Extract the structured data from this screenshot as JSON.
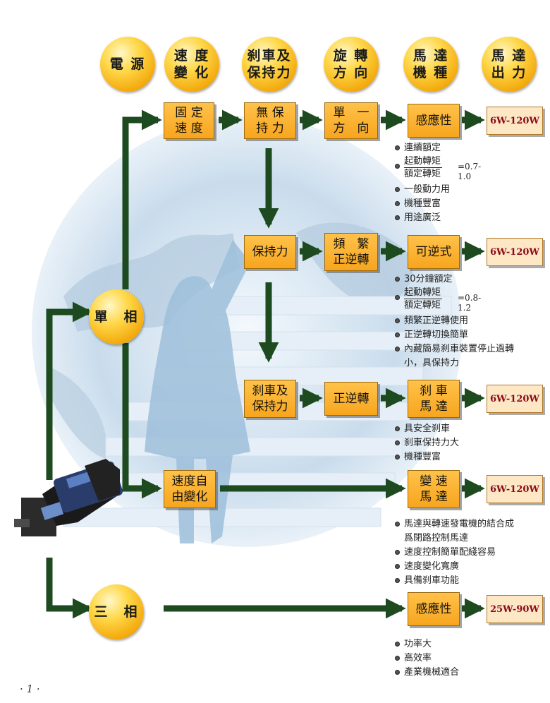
{
  "header": [
    {
      "id": "power",
      "label": "電 源"
    },
    {
      "id": "speed",
      "label": "速 度\n變 化"
    },
    {
      "id": "brake",
      "label": "刹車及\n保持力"
    },
    {
      "id": "rotation",
      "label": "旋 轉\n方 向"
    },
    {
      "id": "motor_type",
      "label": "馬 達\n機 種"
    },
    {
      "id": "output",
      "label": "馬 達\n出 力"
    }
  ],
  "phase": {
    "single": "單　相",
    "three": "三　相"
  },
  "boxes": {
    "fixed_speed": "固 定\n速 度",
    "no_hold": "無 保\n持 力",
    "single_dir": "單　一\n方　向",
    "induction": "感應性",
    "hold": "保持力",
    "freq_rev": "頻　繁\n正逆轉",
    "reversible": "可逆式",
    "brake_hold": "刹車及\n保持力",
    "fwd_rev": "正逆轉",
    "brake_motor": "刹 車\n馬 達",
    "var_speed": "速度自\n由變化",
    "var_motor": "變 速\n馬 達",
    "induction3": "感應性"
  },
  "power": {
    "p1": "6W-120W",
    "p2": "6W-120W",
    "p3": "6W-120W",
    "p4": "6W-120W",
    "p5": "25W-90W"
  },
  "notes": {
    "n1": {
      "first": "連續額定",
      "frac_num": "起動轉矩",
      "frac_den": "額定轉矩",
      "frac_val": "=0.7-1.0",
      "rest": [
        "一般動力用",
        "機種豐富",
        "用途廣泛"
      ]
    },
    "n2": {
      "first": "30分鐘額定",
      "frac_num": "起動轉矩",
      "frac_den": "額定轉矩",
      "frac_val": "=0.8-1.2",
      "rest": [
        "頻繁正逆轉使用",
        "正逆轉切換簡單",
        "內藏簡易刹車裝置停止過轉\n小，具保持力"
      ]
    },
    "n3": [
      "具安全刹車",
      "刹車保持力大",
      "機種豐富"
    ],
    "n4": [
      "馬達與轉速發電機的結合成\n爲閉路控制馬達",
      "速度控制簡單配綫容易",
      "速度變化寬廣",
      "具備刹車功能"
    ],
    "n5": [
      "功率大",
      "高效率",
      "產業機械適合"
    ]
  },
  "page_number": "· 1 ·",
  "colors": {
    "arrow": "#1d4a1f",
    "circle": "#f5b11a",
    "box": "#f9ad2a",
    "power_text": "#8a0a18"
  }
}
